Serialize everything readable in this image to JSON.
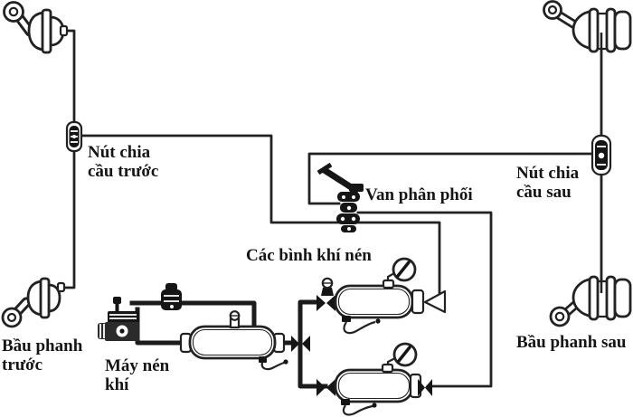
{
  "diagram": {
    "background": "#ffffff",
    "ink": "#1f1f1f",
    "labels": {
      "front_divider": "Nút chia\ncầu trước",
      "distribution_valve": "Van phân phối",
      "rear_divider": "Nút chia\ncầu sau",
      "air_tanks": "Các bình khí nén",
      "compressor": "Máy nén\nkhí",
      "front_brake": "Bầu phanh\ntrước",
      "rear_brake": "Bầu phanh sau"
    },
    "components": [
      "front-brake-chamber-upper",
      "front-brake-chamber-lower",
      "front-axle-divider",
      "distribution-valve",
      "pressure-governor",
      "air-compressor",
      "wet-air-tank",
      "junction-fitting",
      "air-tank-upper",
      "air-tank-lower",
      "pressure-gauge-upper",
      "pressure-gauge-lower",
      "funnel-fitting",
      "rear-axle-divider",
      "rear-brake-chamber-upper",
      "rear-brake-chamber-lower"
    ]
  }
}
